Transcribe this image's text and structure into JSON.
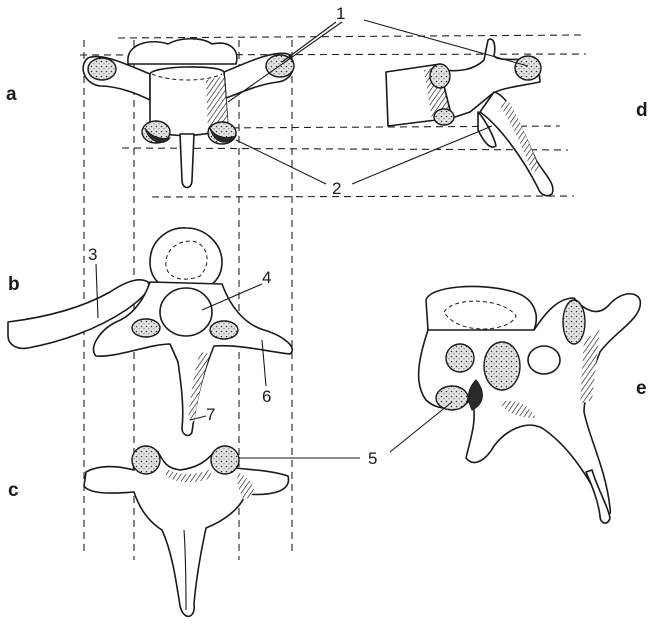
{
  "view_labels": {
    "a": "a",
    "b": "b",
    "c": "c",
    "d": "d",
    "e": "e"
  },
  "number_labels": {
    "n1": "1",
    "n2": "2",
    "n3": "3",
    "n4": "4",
    "n5": "5",
    "n6": "6",
    "n7": "7"
  }
}
